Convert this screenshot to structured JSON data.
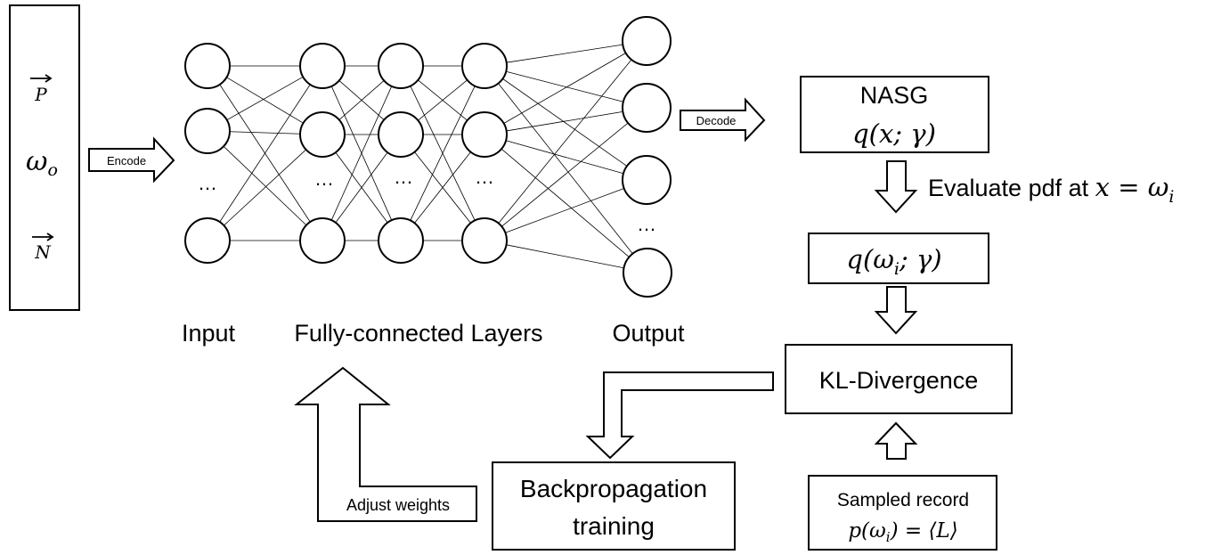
{
  "input_vectors": {
    "p": "P",
    "omega": "ω",
    "omega_sub": "o",
    "n": "N"
  },
  "arrows": {
    "encode": "Encode",
    "decode": "Decode",
    "adjust": "Adjust weights"
  },
  "ellipsis": "…",
  "layer_labels": {
    "input": "Input",
    "hidden": "Fully-connected Layers",
    "output": "Output"
  },
  "nasg": {
    "title": "NASG",
    "formula": "q(x; γ)"
  },
  "evaluate": {
    "text": "Evaluate pdf at ",
    "math_x": "x = ω",
    "math_sub": "i"
  },
  "q_omega": {
    "pre": "q(ω",
    "sub": "i",
    "post": "; γ)"
  },
  "kl": "KL-Divergence",
  "backprop": {
    "line1": "Backpropagation",
    "line2": "training"
  },
  "sampled": {
    "line1": "Sampled record",
    "line2_pre": "p(ω",
    "line2_sub": "i",
    "line2_post": ") = ⟨L⟩"
  }
}
